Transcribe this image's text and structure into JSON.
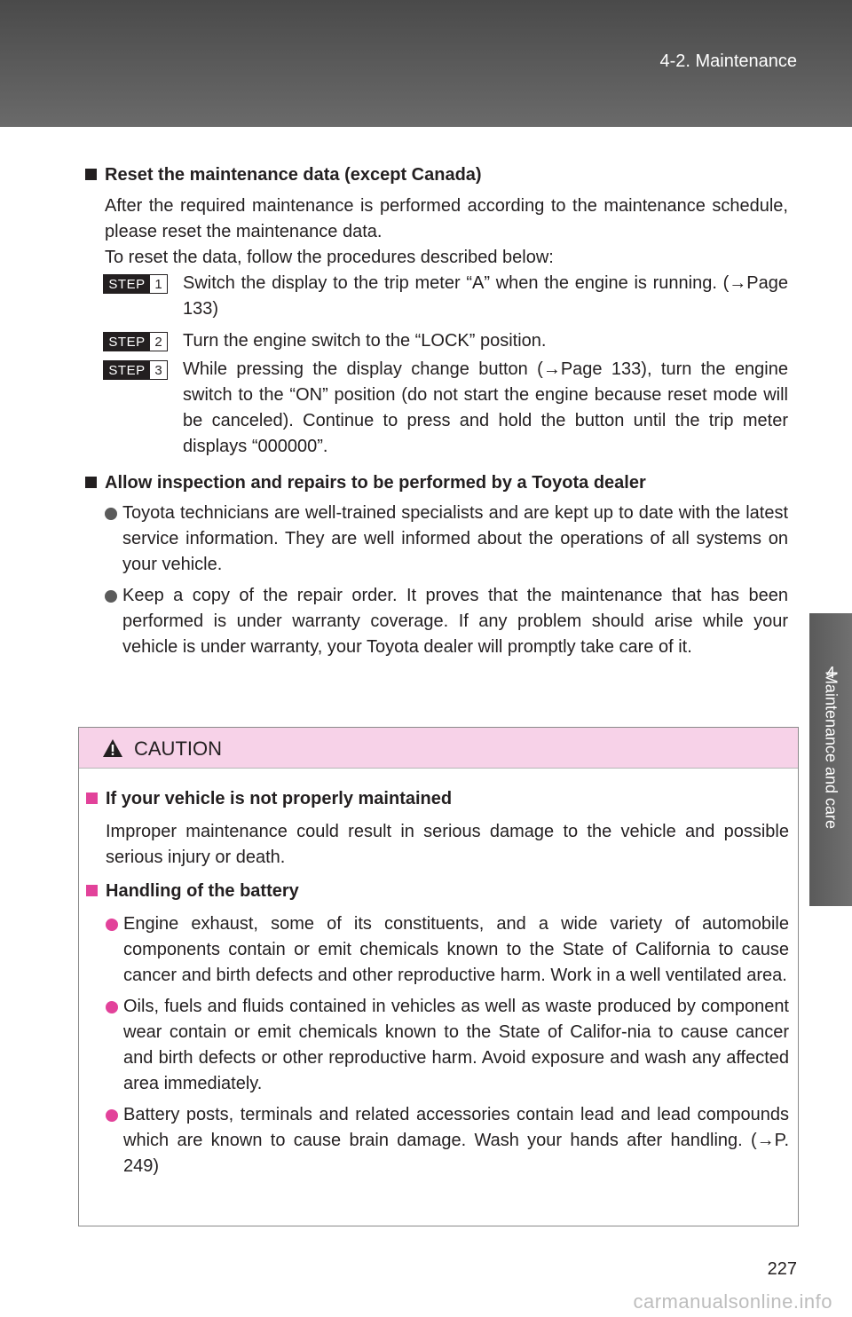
{
  "header": {
    "section": "4-2. Maintenance"
  },
  "side_tab": {
    "number": "4",
    "label": "Maintenance and care"
  },
  "reset": {
    "heading": "Reset the maintenance data (except Canada)",
    "p1": "After the required maintenance is performed according to the maintenance schedule, please reset the maintenance data.",
    "p2": "To reset the data, follow the procedures described below:",
    "step_label": "STEP",
    "steps": [
      {
        "num": "1",
        "text": "Switch the display to the trip meter “A” when the engine is running. (→Page 133)"
      },
      {
        "num": "2",
        "text": "Turn the engine switch to the “LOCK” position."
      },
      {
        "num": "3",
        "text": "While pressing the display change button (→Page 133), turn the engine switch to the “ON” position (do not start the engine because reset mode will be canceled). Continue to press and hold the button until the trip meter displays “000000”."
      }
    ]
  },
  "inspection": {
    "heading": "Allow inspection and repairs to be performed by a Toyota dealer",
    "bullets": [
      "Toyota technicians are well-trained specialists and are kept up to date with the latest service information. They are well informed about the operations of all systems on your vehicle.",
      "Keep a copy of the repair order. It proves that the maintenance that has been performed is under warranty coverage. If any problem should arise while your vehicle is under warranty, your Toyota dealer will promptly take care of it."
    ]
  },
  "caution": {
    "title": "CAUTION",
    "s1_heading": "If your vehicle is not properly maintained",
    "s1_text": "Improper maintenance could result in serious damage to the vehicle and possible serious injury or death.",
    "s2_heading": "Handling of the battery",
    "s2_bullets": [
      "Engine exhaust, some of its constituents, and a wide variety of automobile components contain or emit chemicals known to the State of California to cause cancer and birth defects and other reproductive harm. Work in a well ventilated area.",
      "Oils, fuels and fluids contained in vehicles as well as waste produced by component wear contain or emit chemicals known to the State of Califor-nia to cause cancer and birth defects or other reproductive harm. Avoid exposure and wash any affected area immediately.",
      "Battery posts, terminals and related accessories contain lead and lead compounds which are known to cause brain damage. Wash your hands after handling. (→P. 249)"
    ]
  },
  "page_number": "227",
  "watermark": "carmanualsonline.info",
  "colors": {
    "header": "#555555",
    "caution_header": "#f7d2e8",
    "bullet_gray": "#5b5b5b",
    "bullet_pink": "#e2429a"
  }
}
